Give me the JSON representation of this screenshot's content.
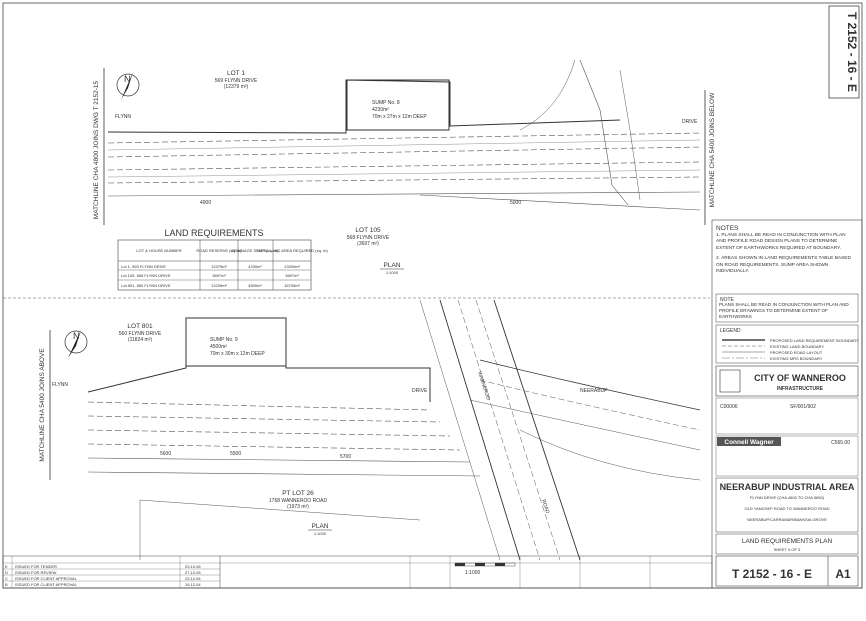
{
  "title_block": {
    "drawing_number_vertical": "T 2152 - 16 - E",
    "drawing_number": "T 2152 - 16 - E",
    "sheet_size": "A1",
    "council": "CITY OF WANNEROO",
    "department": "INFRASTRUCTURE",
    "consultant": "Connell Wagner",
    "consultant_ref": "C565.00",
    "project_title": "NEERABUP INDUSTRIAL AREA",
    "subtitle_1": "FLYNN DRIVE (CHA 4600 TO CHA 5650)",
    "subtitle_2": "OLD YANCHEP ROAD TO WANNEROO ROAD",
    "subtitle_3": "NEERABUP/CARRAMAR/BANKSIA GROVE",
    "drawing_title": "LAND REQUIREMENTS PLAN",
    "sheet": "SHEET 5 OF 5",
    "project_no": "C00006",
    "file_no": "SF/001/902",
    "scale": "1:1000"
  },
  "notes": {
    "heading": "NOTES",
    "items": [
      "1.  PLANS SHALL BE READ IN CONJUNCTION WITH PLAN AND PROFILE ROAD DESIGN PLANS TO DETERMINE EXTENT OF EARTHWORKS REQUIRED AT BOUNDARY.",
      "2.  AREAS SHOWN IN LAND REQUIREMENTS TABLE BASED ON ROAD REQUIREMENTS. SUMP AREA SHOWN INDIVIDUALLY."
    ],
    "note_box_heading": "NOTE",
    "note_box_text": "PLANS SHALL BE READ IN CONJUNCTION WITH PLAN AND PROFILE DRAWINGS TO DETERMINE EXTENT OF EARTHWORKS"
  },
  "legend": {
    "heading": "LEGEND",
    "items": [
      "PROPOSED LAND REQUIREMENT BOUNDARY",
      "EXISTING LAND BOUNDARY",
      "PROPOSED ROAD LAYOUT",
      "EXISTING MRS BOUNDARY"
    ]
  },
  "land_table": {
    "title": "LAND REQUIREMENTS",
    "headers": [
      "LOT & HOUSE NUMBER",
      "ROAD RESERVE (sq. m)",
      "DRAINAGE SUMP (sq. m)",
      "TOTAL LAND AREA REQUIRED (sq. m)"
    ],
    "rows": [
      [
        "Lot 1, 569 FLYNN DRIVE",
        "12379m²",
        "4230m²",
        "13309m²"
      ],
      [
        "Lot 105, 568 FLYNN DRIVE",
        "3697m²",
        "",
        "3697m²"
      ],
      [
        "Lot 801, 560 FLYNN DRIVE",
        "12209m²",
        "4500m²",
        "16709m²"
      ]
    ]
  },
  "plan_top": {
    "lot_title": "LOT 1",
    "lot_address": "569 FLYNN DRIVE",
    "lot_area": "(12379 m²)",
    "sump_title": "SUMP No. 8",
    "sump_area": "4230m²",
    "sump_dims": "70m x 27m x 12m DEEP",
    "road_left": "FLYNN",
    "road_right": "DRIVE",
    "matchline_left": "MATCHLINE CHA 4800 JOINS DWG T 2152-15",
    "matchline_right": "MATCHLINE CHA 5400 JOINS BELOW",
    "lot105_title": "LOT 105",
    "lot105_address": "568 FLYNN DRIVE",
    "lot105_area": "(3697 m²)",
    "plan_label": "PLAN",
    "plan_scale": "1:1000",
    "cha_5000": "5000",
    "cha_4900": "4900"
  },
  "plan_bottom": {
    "lot_title": "LOT 801",
    "lot_address": "560 FLYNN DRIVE",
    "lot_area": "(11824 m²)",
    "sump_title": "SUMP No. 9",
    "sump_area": "4500m²",
    "sump_dims": "70m x 30m x 12m DEEP",
    "road_left": "FLYNN",
    "road_right": "DRIVE",
    "road_cross": "NEERABUP",
    "road_wanneroo": "WANNEROO",
    "road_neerabup_lower": "ROAD",
    "matchline_left": "MATCHLINE CHA 5400 JOINS ABOVE",
    "pt_lot_title": "PT LOT 26",
    "pt_lot_address": "1768 WANNEROO ROAD",
    "pt_lot_area": "(1973 m²)",
    "plan_label": "PLAN",
    "plan_scale": "1:1000",
    "cha_5500": "5500",
    "cha_5600": "5600",
    "cha_5700": "5700"
  },
  "north_arrow": "N",
  "revision_rows": [
    [
      "E",
      "ISSUED FOR TENDER",
      "03.10.06"
    ],
    [
      "D",
      "ISSUED FOR REVIEW",
      "27.10.05"
    ],
    [
      "C",
      "ISSUED FOR CLIENT APPROVAL",
      "23.12.04"
    ],
    [
      "B",
      "ISSUED FOR CLIENT APPROVAL",
      "15.12.04"
    ]
  ],
  "colors": {
    "line": "#555555",
    "dash": "#777777",
    "text": "#333333",
    "border": "#444444"
  }
}
